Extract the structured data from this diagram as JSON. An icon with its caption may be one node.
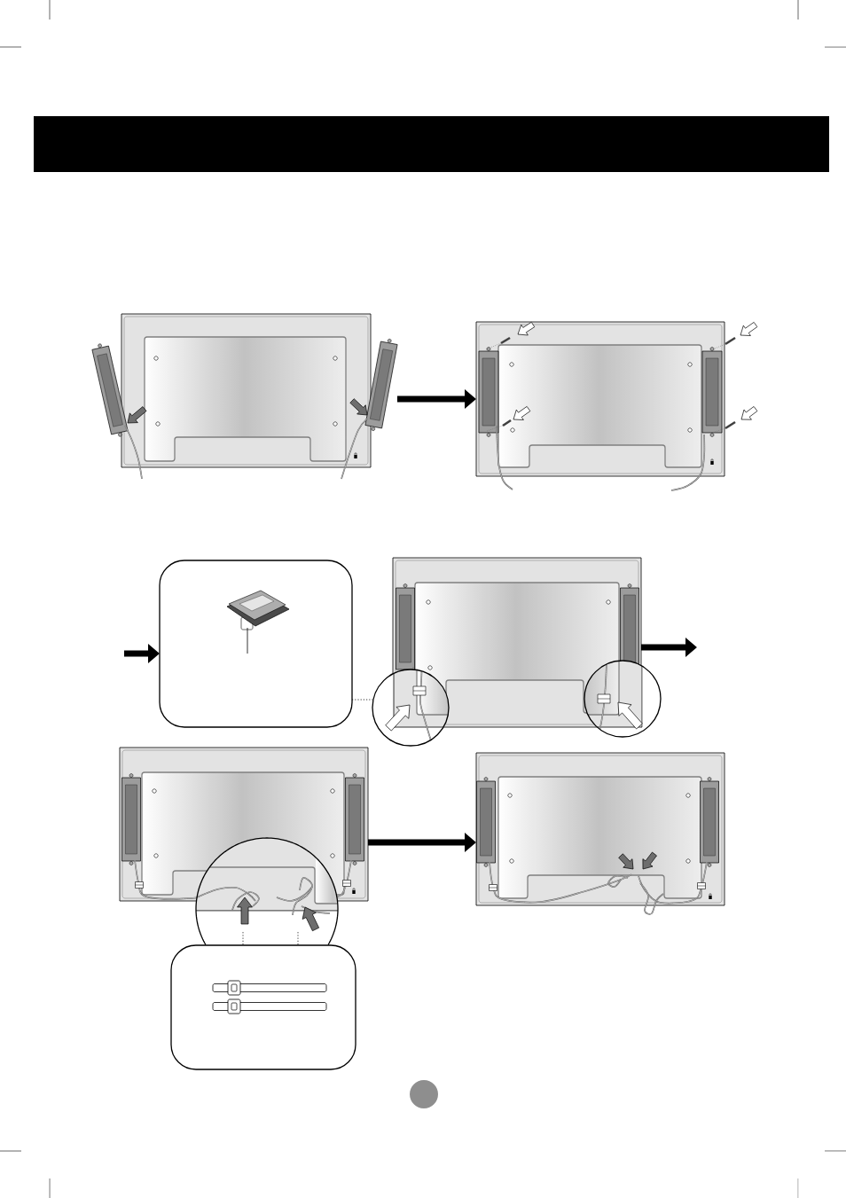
{
  "diagram": {
    "nodes": [
      {
        "text": [],
        "shape": "picture"
      },
      {
        "text": [],
        "shape": "picture"
      },
      {
        "text": [],
        "shape": "box"
      },
      {
        "text": [],
        "shape": "picture",
        "in": 2
      },
      {
        "text": [],
        "shape": "picture"
      },
      {
        "text": [],
        "shape": "circle",
        "in": 4
      },
      {
        "text": [],
        "shape": "circle",
        "in": 4
      },
      {
        "text": [],
        "shape": "picture"
      },
      {
        "text": [],
        "shape": "circle",
        "in": 7
      },
      {
        "text": [],
        "shape": "box"
      },
      {
        "text": [],
        "shape": "picture",
        "in": 9
      },
      {
        "text": [],
        "shape": "picture",
        "in": 9
      },
      {
        "text": [],
        "shape": "picture"
      }
    ],
    "edges": [
      {
        "from": 0,
        "to": 1,
        "arrow": "to",
        "style": "thick"
      },
      {
        "from": null,
        "to": 2,
        "arrow": "to",
        "style": "thick"
      },
      {
        "from": 4,
        "to": null,
        "arrow": "to",
        "style": "thick"
      },
      {
        "from": 7,
        "to": 12,
        "arrow": "to",
        "style": "thick"
      },
      {
        "from": 2,
        "to": 5,
        "arrow": "none",
        "style": "dashed"
      },
      {
        "from": 8,
        "to": 9,
        "arrow": "none",
        "style": "dashed"
      },
      {
        "from": 8,
        "to": 9,
        "arrow": "none",
        "style": "dashed"
      },
      {
        "from": 3,
        "to": null,
        "arrow": "none"
      }
    ]
  }
}
